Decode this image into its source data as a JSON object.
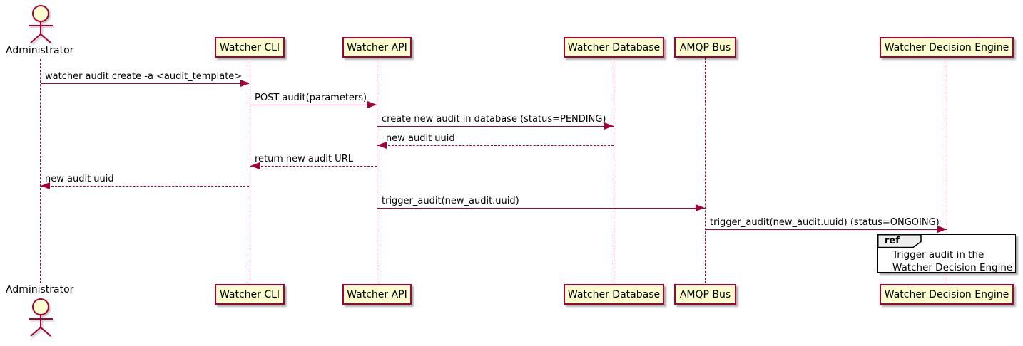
{
  "diagram": {
    "type": "sequence",
    "tool_style": "plantuml",
    "actor": {
      "name": "Administrator"
    },
    "participants": [
      {
        "label": "Watcher CLI"
      },
      {
        "label": "Watcher API"
      },
      {
        "label": "Watcher Database"
      },
      {
        "label": "AMQP Bus"
      },
      {
        "label": "Watcher Decision Engine"
      }
    ],
    "messages": [
      {
        "from": "Administrator",
        "to": "Watcher CLI",
        "style": "solid",
        "label": "watcher audit create -a <audit_template>"
      },
      {
        "from": "Watcher CLI",
        "to": "Watcher API",
        "style": "solid",
        "label": "POST audit(parameters)"
      },
      {
        "from": "Watcher API",
        "to": "Watcher Database",
        "style": "solid",
        "label": "create new audit in database (status=PENDING)"
      },
      {
        "from": "Watcher Database",
        "to": "Watcher API",
        "style": "dashed",
        "label": "new audit uuid"
      },
      {
        "from": "Watcher API",
        "to": "Watcher CLI",
        "style": "dashed",
        "label": "return new audit URL"
      },
      {
        "from": "Watcher CLI",
        "to": "Administrator",
        "style": "dashed",
        "label": "new audit uuid"
      },
      {
        "from": "Watcher API",
        "to": "AMQP Bus",
        "style": "solid",
        "label": "trigger_audit(new_audit.uuid)"
      },
      {
        "from": "AMQP Bus",
        "to": "Watcher Decision Engine",
        "style": "solid",
        "label": "trigger_audit(new_audit.uuid) (status=ONGOING)"
      }
    ],
    "ref": {
      "keyword": "ref",
      "over": "Watcher Decision Engine",
      "lines": [
        "Trigger audit in the",
        "Watcher Decision Engine"
      ]
    },
    "colors": {
      "participant_fill": "#FEFECE",
      "participant_border": "#A80036",
      "line_color": "#A80036",
      "text_color": "#000000",
      "ref_border": "#000000",
      "ref_header_fill": "#EEEEEE",
      "background": "#FFFFFF"
    }
  }
}
